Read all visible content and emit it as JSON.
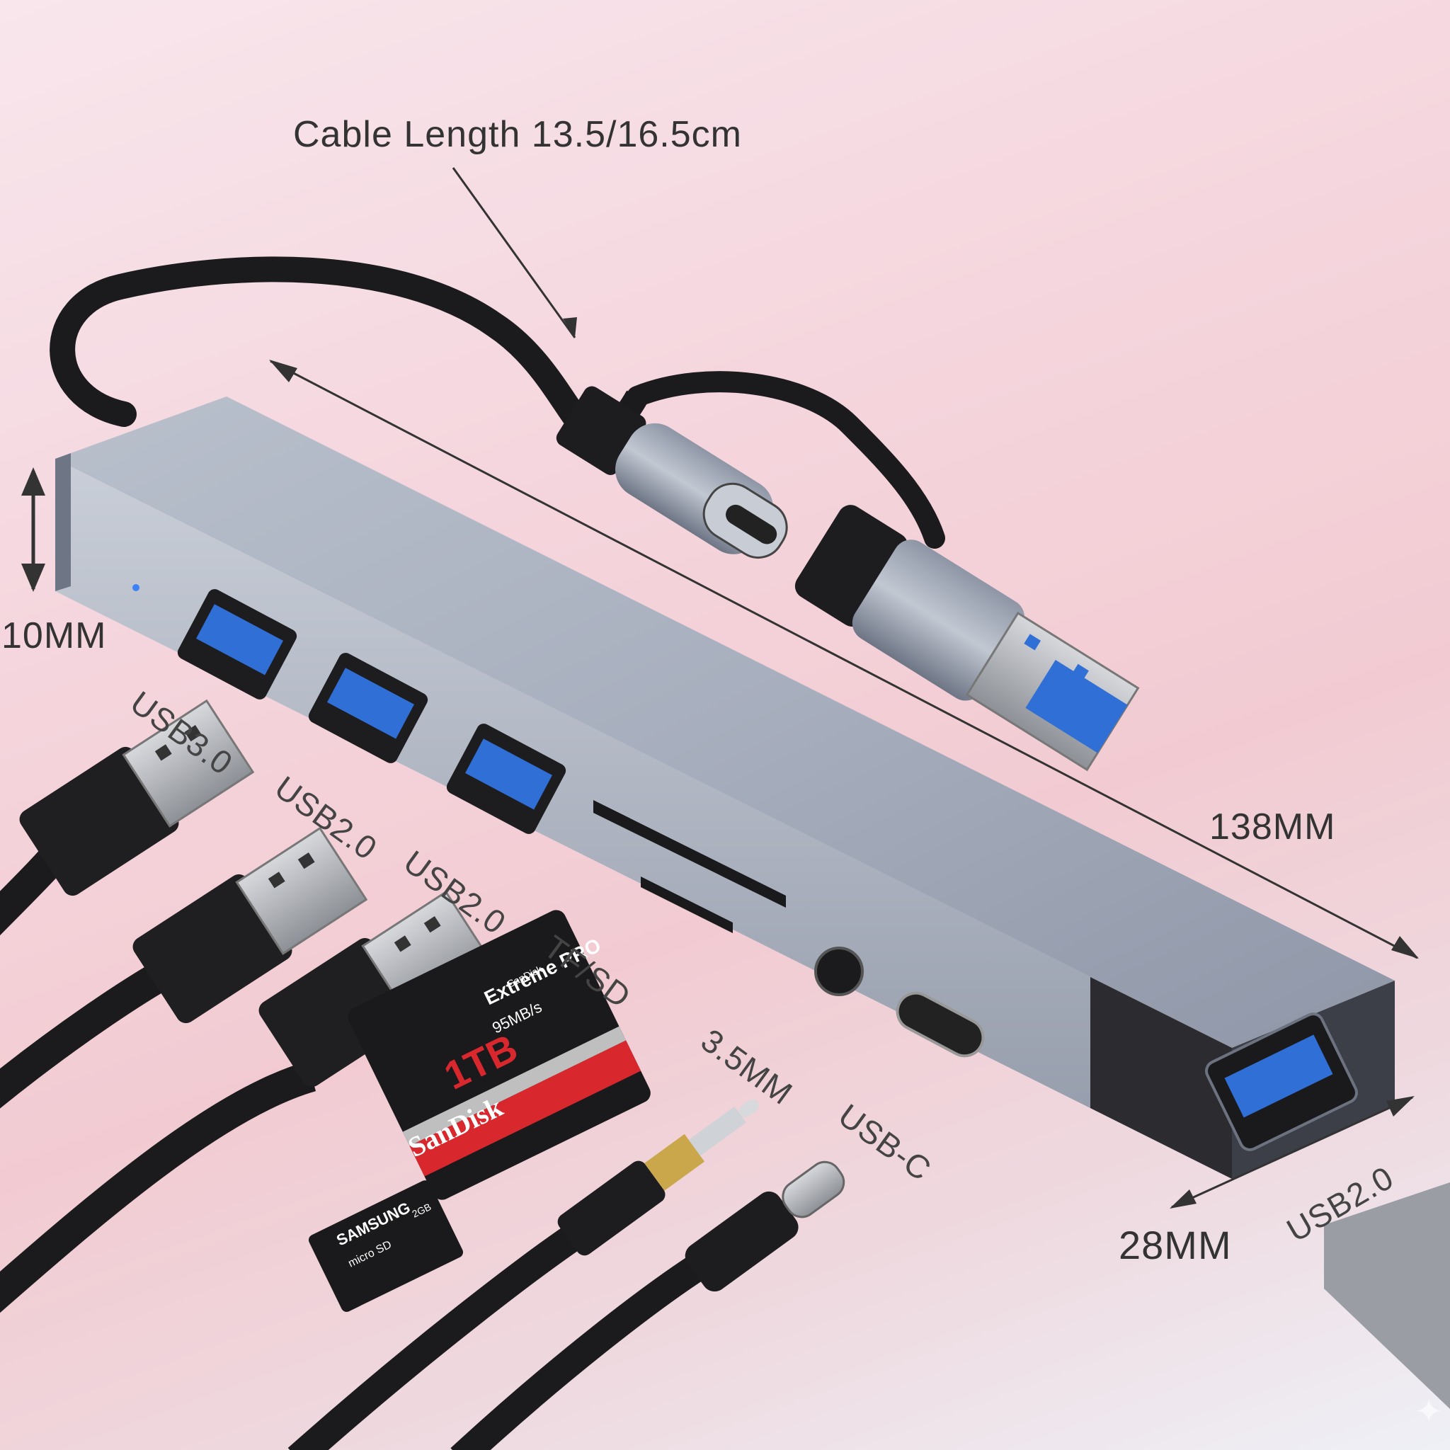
{
  "annotations": {
    "cable_length": "Cable Length 13.5/16.5cm",
    "height": "10MM",
    "length": "138MM",
    "width": "28MM"
  },
  "ports": {
    "usb30": "USB3.0",
    "usb20_a": "USB2.0",
    "usb20_b": "USB2.0",
    "tf_sd": "TF/SD",
    "audio": "3.5MM",
    "usbc": "USB-C",
    "usb20_side": "USB2.0"
  },
  "sd_card": {
    "maker_small": "SanDisk",
    "line": "Extreme PRO",
    "speed": "95MB/s",
    "capacity": "1TB",
    "brand": "SanDisk"
  },
  "microsd_card": {
    "brand": "SAMSUNG",
    "type": "micro SD",
    "capacity": "2GB"
  },
  "colors": {
    "hub_body": "#9aa3b4",
    "usb_blue": "#2f6fd6",
    "cable_black": "#1b1b1d",
    "sd_red": "#d8282e"
  }
}
